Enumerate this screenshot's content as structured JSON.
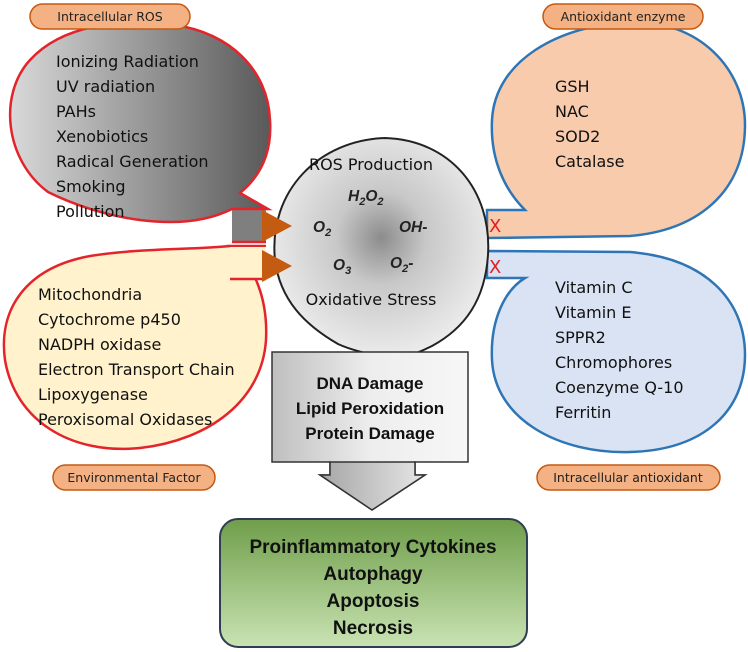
{
  "pills": {
    "intracellular_ros": "Intracellular ROS",
    "antioxidant_enzyme": "Antioxidant enzyme",
    "environmental_factor": "Environmental Factor",
    "intracellular_antioxidant": "Intracellular antioxidant"
  },
  "ros_sources": [
    "Ionizing Radiation",
    "UV radiation",
    "PAHs",
    "Xenobiotics",
    "Radical Generation",
    "Smoking",
    "Pollution"
  ],
  "environmental_sources": [
    "Mitochondria",
    "Cytochrome p450",
    "NADPH oxidase",
    "Electron Transport Chain",
    "Lipoxygenase",
    "Peroxisomal Oxidases"
  ],
  "enzymes": [
    "GSH",
    "NAC",
    "SOD2",
    "Catalase"
  ],
  "antioxidants": [
    "Vitamin C",
    "Vitamin E",
    "SPPR2",
    "Chromophores",
    "Coenzyme Q-10",
    "Ferritin"
  ],
  "center": {
    "title": "ROS Production",
    "subtitle": "Oxidative Stress",
    "species": {
      "h2o2": {
        "a": "H",
        "a_sub": "2",
        "b": "O",
        "b_sub": "2"
      },
      "o2": {
        "a": "O",
        "a_sub": "2"
      },
      "oh": "OH-",
      "o3": {
        "a": "O",
        "a_sub": "3"
      },
      "o2minus": {
        "a": "O",
        "a_sub": "2",
        "b": "-"
      }
    }
  },
  "inhibit_mark": "X",
  "damage": [
    "DNA Damage",
    "Lipid Peroxidation",
    "Protein Damage"
  ],
  "outcomes": [
    "Proinflammatory Cytokines",
    "Autophagy",
    "Apoptosis",
    "Necrosis"
  ],
  "colors": {
    "red_border": "#e3242b",
    "blue_border": "#2e75b6",
    "orange_pill": "#f4b183",
    "peach": "#f8cbad",
    "cream": "#fff2cc",
    "light_blue": "#dae3f3",
    "arrow": "#c55a11",
    "green": "#a9d18e"
  }
}
